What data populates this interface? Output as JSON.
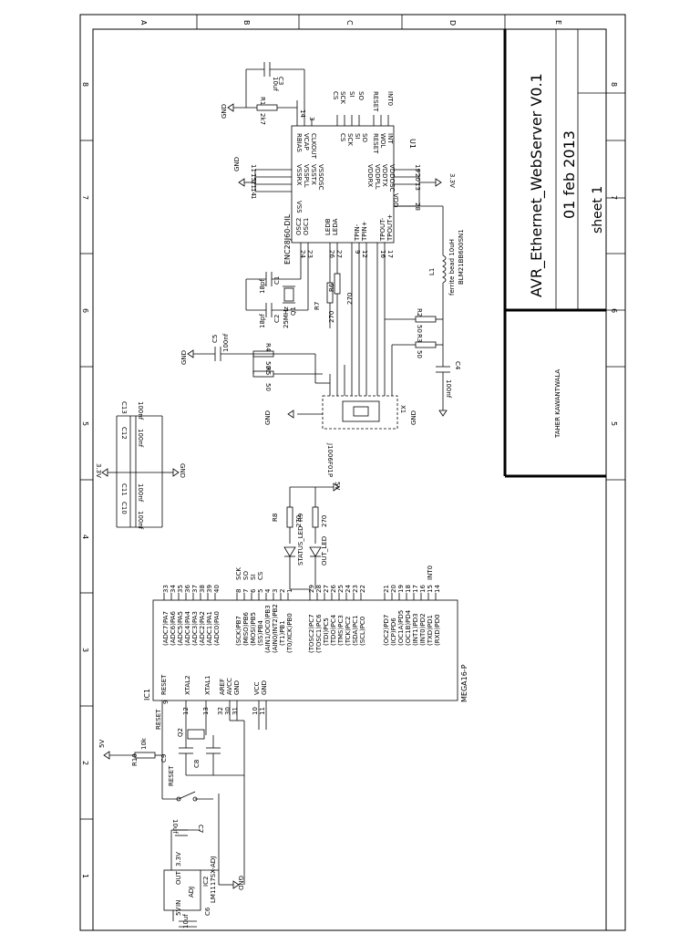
{
  "title_block": {
    "title": "AVR_Ethernet_WebServer V0.1",
    "date": "01 feb 2013",
    "sheet": "sheet 1",
    "author": "TAHER KAWANTWALA"
  },
  "frame": {
    "rows": [
      "A",
      "B",
      "C",
      "D",
      "E"
    ],
    "cols_left": [
      "8",
      "7",
      "6",
      "5",
      "4",
      "3",
      "2",
      "1"
    ],
    "cols_right": [
      "8",
      "7",
      "6",
      "5"
    ]
  },
  "u1": {
    "ref": "U1",
    "name": "ENC28J60-DIL",
    "pins_top": [
      "RBIAS",
      "VCAP",
      "CLKOUT"
    ],
    "pins_left_vss": [
      "VSSRX",
      "VSSPLL",
      "VSSTX",
      "VSSOSC",
      "VSS"
    ],
    "pins_right_top": [
      "CS",
      "SCK",
      "SI",
      "SO",
      "RESET",
      "WOL",
      "INT"
    ],
    "pins_right_vdd": [
      "VDDRX",
      "VDDPLL",
      "VDDTX",
      "VDDOSC",
      "VDD"
    ],
    "pins_bottom": [
      "OSC2",
      "OSC1",
      "LEDB",
      "LEDA",
      "TPIN-",
      "TPIN+",
      "TPOUT-",
      "TPOUT+"
    ],
    "pin_numbers_bottom": [
      "24",
      "23",
      "26",
      "27",
      "9",
      "12",
      "16",
      "17"
    ],
    "pin_numbers_vss": [
      "11",
      "15",
      "21",
      "14",
      "1"
    ],
    "pin_numbers_vdd": [
      "19",
      "20",
      "13",
      "28"
    ],
    "pin_numbers_top": [
      "14",
      "3"
    ],
    "net_labels": [
      "CS",
      "SCK",
      "SI",
      "SO",
      "RESET",
      "INT0"
    ]
  },
  "ic1": {
    "ref": "IC1",
    "name": "MEGA16-P",
    "pins_left": [
      "RESET",
      "XTAL2",
      "XTAL1",
      "AREF",
      "AVCC",
      "GND",
      "VCC",
      "GND"
    ],
    "pins_porta": [
      "(ADC7)PA7",
      "(ADC6)PA6",
      "(ADC5)PA5",
      "(ADC4)PA4",
      "(ADC3)PA3",
      "(ADC2)PA2",
      "(ADC1)PA1",
      "(ADC0)PA0"
    ],
    "pins_portb": [
      "(SCK)PB7",
      "(MISO)PB6",
      "(MOSI)PB5",
      "(SS)PB4",
      "(AIN1/OC0)PB3",
      "(AIN0/INT2)PB2",
      "(T1)PB1",
      "(T0/XCK)PB0"
    ],
    "pins_portc": [
      "(TOSC2)PC7",
      "(TOSC1)PC6",
      "(TDI)PC5",
      "(TDO)PC4",
      "(TMS)PC3",
      "(TCK)PC2",
      "(SDA)PC1",
      "(SCL)PC0"
    ],
    "pins_portd": [
      "(OC2)PD7",
      "(ICP)PD6",
      "(OC1A)PD5",
      "(OC1B)PD4",
      "(INT1)PD3",
      "(INT0)PD2",
      "(TXD)PD1",
      "(RXD)PD0"
    ],
    "pin_numbers_a": [
      "33",
      "34",
      "35",
      "36",
      "37",
      "38",
      "39",
      "40"
    ],
    "pin_numbers_b": [
      "8",
      "7",
      "6",
      "5",
      "4",
      "3",
      "2",
      "1"
    ],
    "pin_numbers_c": [
      "29",
      "28",
      "27",
      "26",
      "25",
      "24",
      "23",
      "22"
    ],
    "pin_numbers_d": [
      "21",
      "20",
      "19",
      "18",
      "17",
      "16",
      "15",
      "14"
    ],
    "pin_numbers_left": [
      "9",
      "12",
      "13",
      "32",
      "30",
      "31",
      "10",
      "11"
    ],
    "net_labels": [
      "SCK",
      "SO",
      "SI",
      "CS",
      "INT0"
    ]
  },
  "components": {
    "c3": "C3",
    "c3_val": "10uf",
    "r1": "R1",
    "r1_val": "2k7",
    "c1": "C1",
    "c1_val": "18pf",
    "c2": "C2",
    "c2_val": "18pf",
    "q1": "Q1",
    "q1_val": "25MHz",
    "r6": "R6",
    "r6_val": "270",
    "r7": "R7",
    "r7_val": "270",
    "c5": "C5",
    "c5_val": "100nf",
    "r4": "R4",
    "r4_val": "50",
    "r5": "R5",
    "r5_val": "50",
    "r2": "R2",
    "r2_val": "50",
    "r3": "R3",
    "r3_val": "50",
    "c4": "C4",
    "c4_val": "100nf",
    "l1": "L1",
    "l1_val": "ferrite bead 10uH",
    "l1_part": "BLM21BB600SN1",
    "x1": "X1",
    "x1_val": "J1006F01P",
    "c10": "C10",
    "c11": "C11",
    "c12": "C12",
    "c13": "C13",
    "cap_val": "100nf",
    "r8": "R8",
    "r8_val": "270",
    "r9": "R9",
    "r9_val": "270",
    "led1": "STATUS_LED",
    "led2": "OUT_LED",
    "r10": "R10",
    "r10_val": "10k",
    "reset": "RESET",
    "reset_net": "RESET",
    "c8": "C8",
    "c9": "C9",
    "q2": "Q2",
    "c7": "C7",
    "c7_val": "10uf",
    "c6": "C6",
    "c6_val": "10uf",
    "ic2": "IC2",
    "ic2_val": "LM1117SX-ADJ",
    "ic2_pins": [
      "IN",
      "OUT",
      "ADJ"
    ]
  },
  "nets": {
    "gnd": "GND",
    "v33": "3.3V",
    "v5": "5V"
  }
}
